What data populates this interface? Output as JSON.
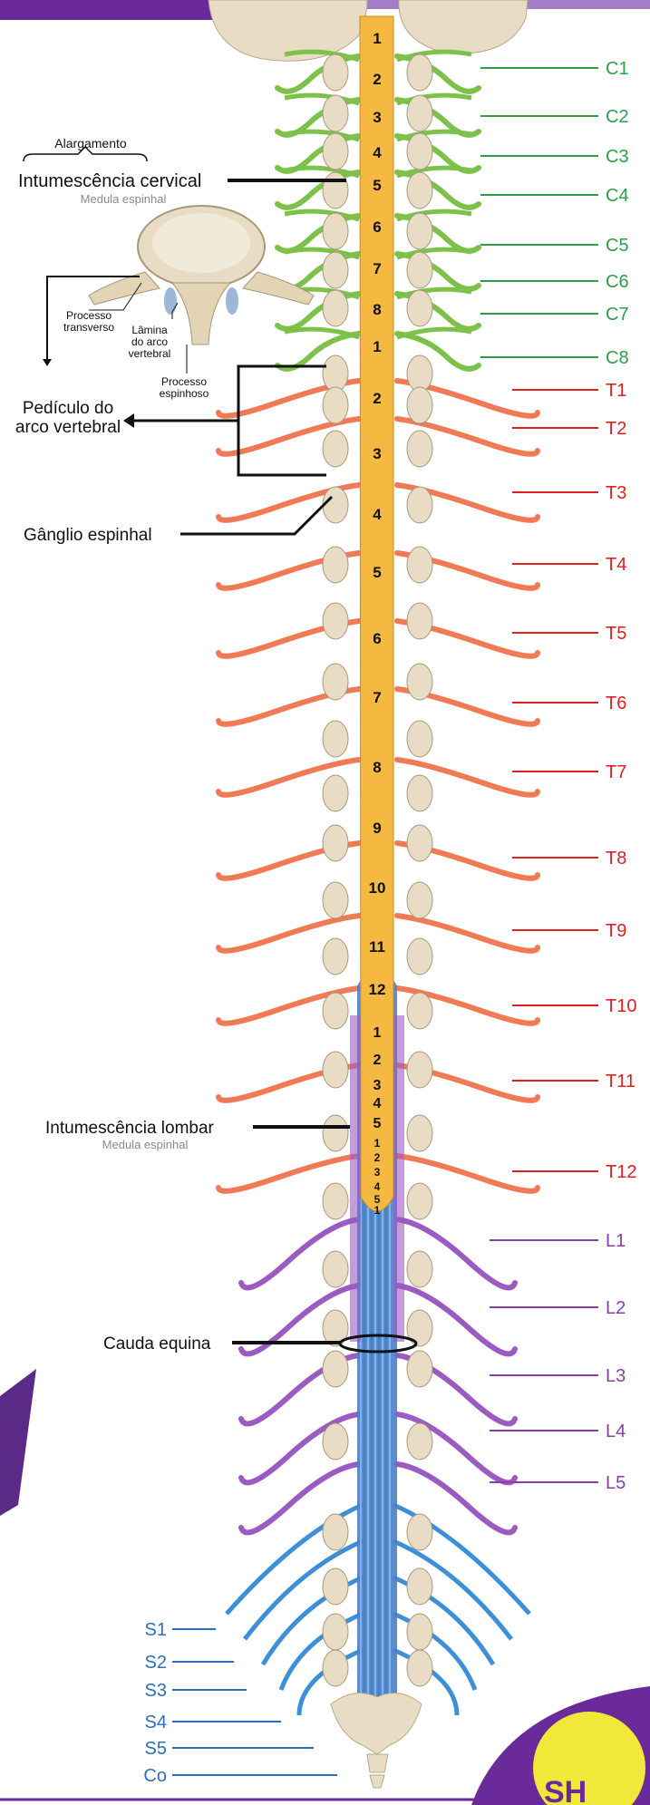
{
  "colors": {
    "cervical": "#2e9e4a",
    "thoracic": "#e02020",
    "lumbar": "#8a3fa8",
    "sacral": "#2f6fb5",
    "nerve_cervical": "#7cc24a",
    "nerve_thoracic": "#f07a55",
    "nerve_lumbar": "#9b5bc0",
    "nerve_sacral": "#3d8fd8",
    "cord": "#f5b942",
    "bone": "#e9dcc4",
    "banner": "#6a2a9a",
    "badge": "#f2e83a"
  },
  "annotations": {
    "alargamento": "Alargamento",
    "intumescencia_cervical": "Intumescência cervical",
    "medula_espinhal_1": "Medula espinhal",
    "processo_transverso": "Processo transverso",
    "lamina": "Lâmina do arco vertebral",
    "processo_espinhoso": "Processo espinhoso",
    "pediculo": "Pedículo do arco vertebral",
    "ganglio": "Gânglio espinhal",
    "intumescencia_lombar": "Intumescência lombar",
    "medula_espinhal_2": "Medula espinhal",
    "cauda_equina": "Cauda equina"
  },
  "cervical_segments": [
    "1",
    "2",
    "3",
    "4",
    "5",
    "6",
    "7",
    "8"
  ],
  "thoracic_segments": [
    "1",
    "2",
    "3",
    "4",
    "5",
    "6",
    "7",
    "8",
    "9",
    "10",
    "11",
    "12"
  ],
  "lumbar_segments": [
    "1",
    "2",
    "3",
    "4",
    "5"
  ],
  "sacral_segments": [
    "1",
    "2",
    "3",
    "4",
    "5",
    "1"
  ],
  "nerves_right": [
    {
      "label": "C1",
      "group": "cervical"
    },
    {
      "label": "C2",
      "group": "cervical"
    },
    {
      "label": "C3",
      "group": "cervical"
    },
    {
      "label": "C4",
      "group": "cervical"
    },
    {
      "label": "C5",
      "group": "cervical"
    },
    {
      "label": "C6",
      "group": "cervical"
    },
    {
      "label": "C7",
      "group": "cervical"
    },
    {
      "label": "C8",
      "group": "cervical"
    },
    {
      "label": "T1",
      "group": "thoracic"
    },
    {
      "label": "T2",
      "group": "thoracic"
    },
    {
      "label": "T3",
      "group": "thoracic"
    },
    {
      "label": "T4",
      "group": "thoracic"
    },
    {
      "label": "T5",
      "group": "thoracic"
    },
    {
      "label": "T6",
      "group": "thoracic"
    },
    {
      "label": "T7",
      "group": "thoracic"
    },
    {
      "label": "T8",
      "group": "thoracic"
    },
    {
      "label": "T9",
      "group": "thoracic"
    },
    {
      "label": "T10",
      "group": "thoracic"
    },
    {
      "label": "T11",
      "group": "thoracic"
    },
    {
      "label": "T12",
      "group": "thoracic"
    },
    {
      "label": "L1",
      "group": "lumbar"
    },
    {
      "label": "L2",
      "group": "lumbar"
    },
    {
      "label": "L3",
      "group": "lumbar"
    },
    {
      "label": "L4",
      "group": "lumbar"
    },
    {
      "label": "L5",
      "group": "lumbar"
    }
  ],
  "nerves_left": [
    {
      "label": "S1"
    },
    {
      "label": "S2"
    },
    {
      "label": "S3"
    },
    {
      "label": "S4"
    },
    {
      "label": "S5"
    },
    {
      "label": "Co"
    }
  ]
}
